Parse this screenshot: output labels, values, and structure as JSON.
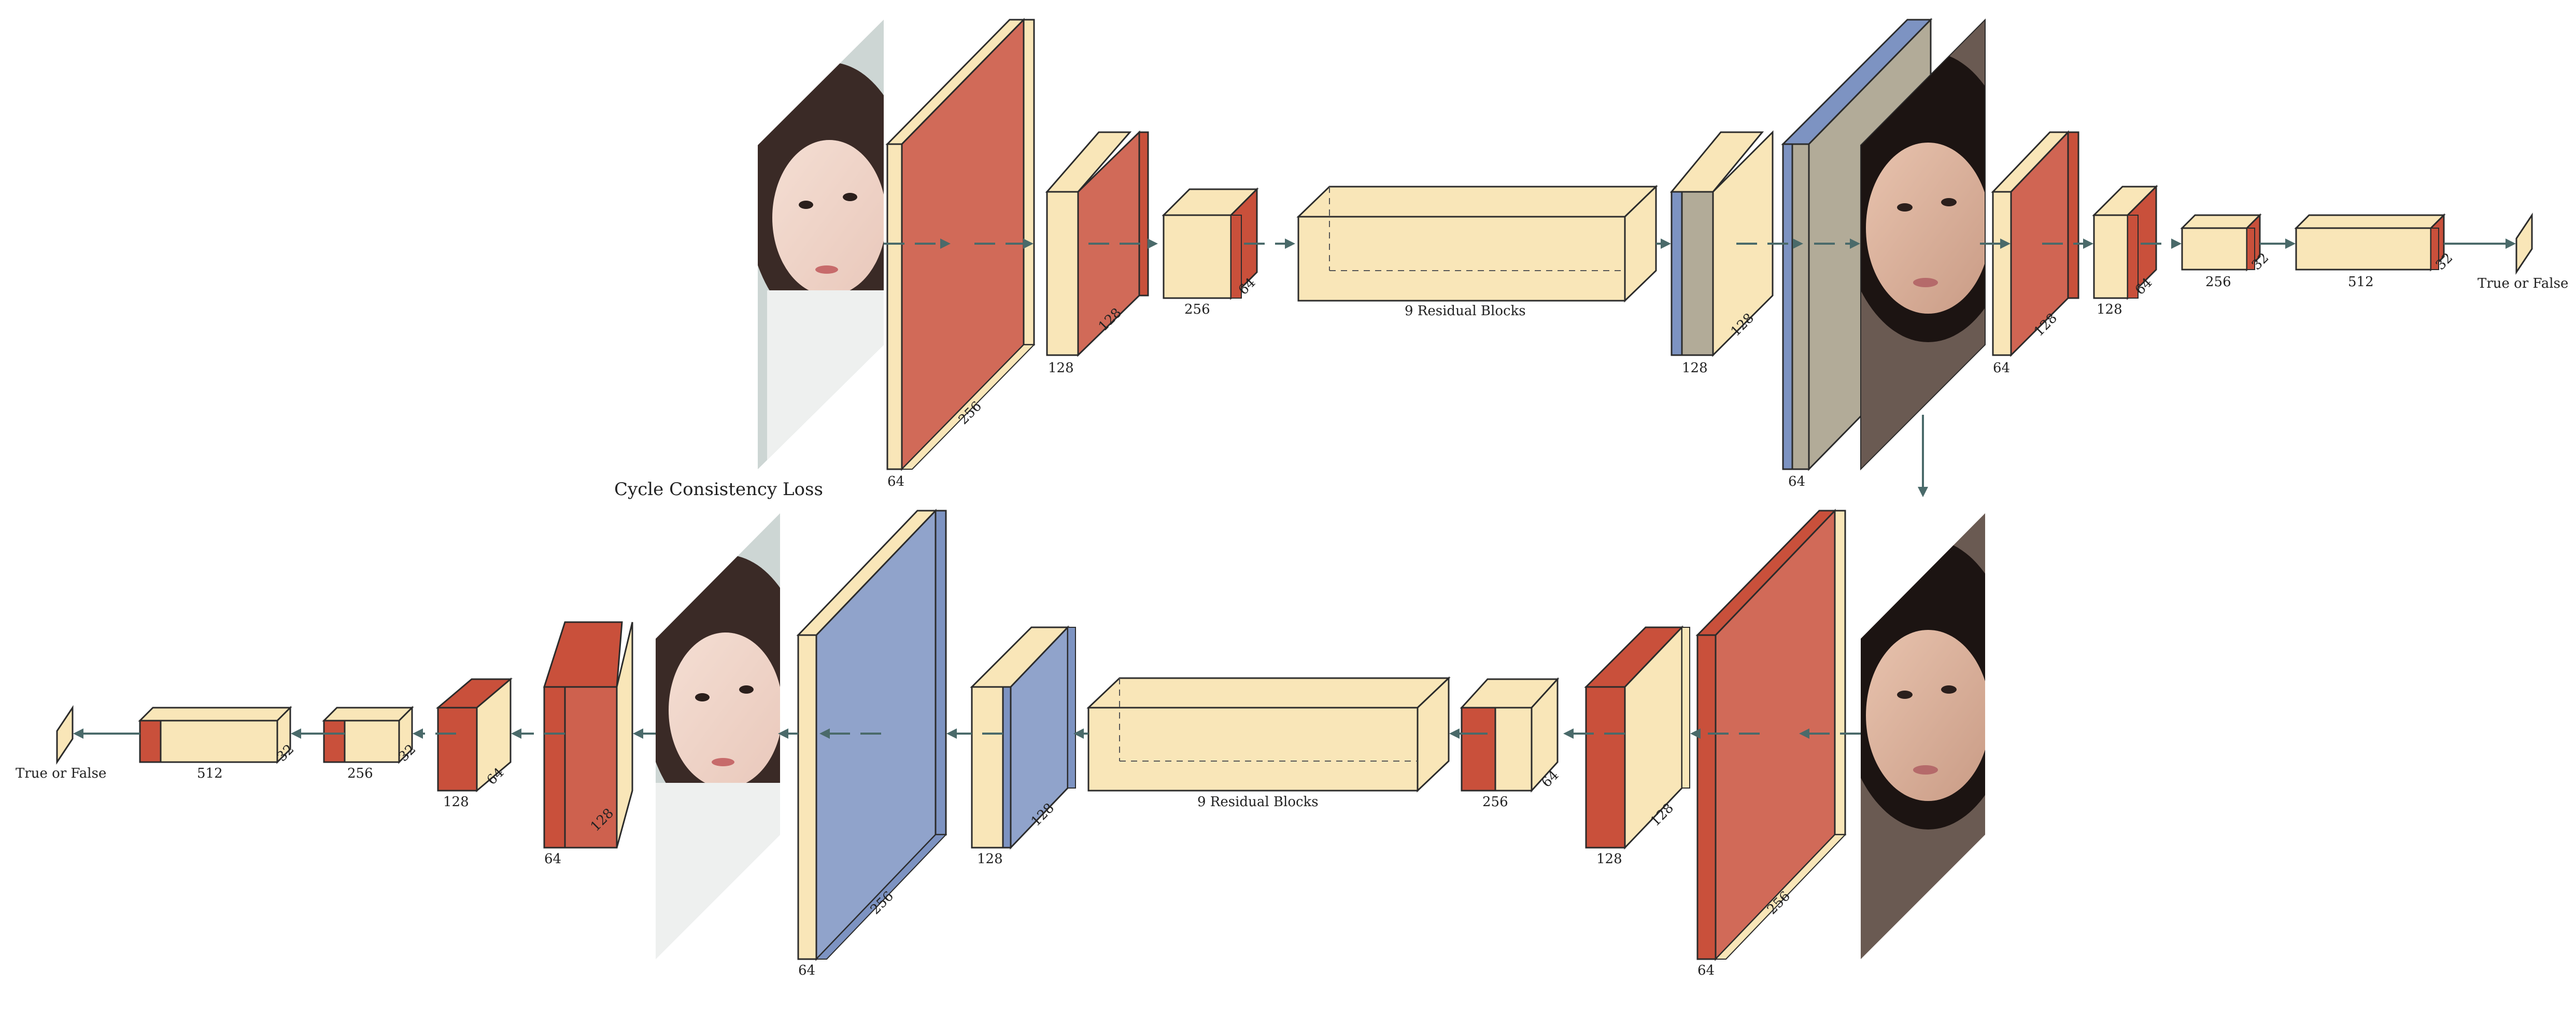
{
  "colors": {
    "conv": "#f9e6b8",
    "activation": "#c9503b",
    "deconv": "#7d93c2",
    "edge": "#2b2b2b",
    "arrow": "#4a6a6a",
    "mix": "#b2ab98"
  },
  "caption": "Cycle Consistency Loss",
  "top_row": {
    "generator_encoder": [
      "64",
      "256",
      "128",
      "128",
      "256",
      "64"
    ],
    "residual_label": "9 Residual Blocks",
    "generator_decoder": [
      "128",
      "128",
      "64"
    ],
    "discriminator": [
      "64",
      "128",
      "128",
      "64",
      "256",
      "32",
      "512",
      "32"
    ],
    "output_label": "True or False"
  },
  "bottom_row": {
    "generator_encoder": [
      "64",
      "256",
      "128",
      "128",
      "256",
      "64"
    ],
    "residual_label": "9 Residual Blocks",
    "generator_decoder": [
      "128",
      "128",
      "64",
      "256"
    ],
    "discriminator": [
      "64",
      "128",
      "128",
      "64",
      "256",
      "32",
      "512",
      "32"
    ],
    "output_label": "True or False"
  },
  "icons": {
    "input_photo_top": "face-photo-icon",
    "generated_photo_top": "face-photo-icon",
    "input_photo_bottom": "face-photo-icon",
    "reconstructed_photo_bottom": "face-photo-icon"
  }
}
